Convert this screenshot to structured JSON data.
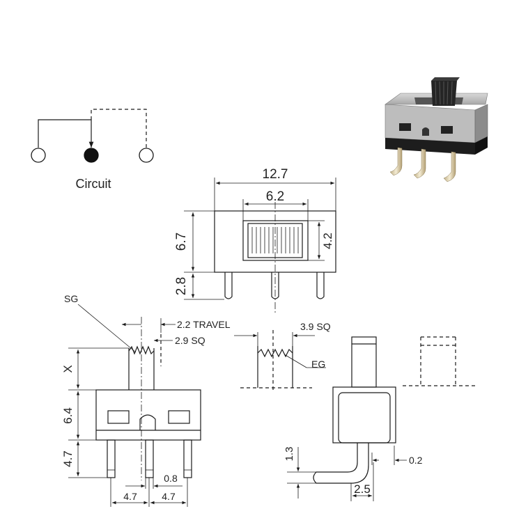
{
  "circuit": {
    "label": "Circuit"
  },
  "dims": {
    "width": "12.7",
    "slot_width": "6.2",
    "height": "6.7",
    "slot_height": "4.2",
    "pin_length": "2.8",
    "sg": "SG",
    "travel": "2.2 TRAVEL",
    "knob_sq": "2.9 SQ",
    "x": "X",
    "body_h": "6.4",
    "pin_h": "4.7",
    "pin_w": "0.8",
    "pitch_1": "4.7",
    "pitch_2": "4.7",
    "knob_sq_eg": "3.9 SQ",
    "eg": "EG",
    "bend_h": "1.3",
    "thickness": "0.2",
    "bend_w": "2.5"
  }
}
